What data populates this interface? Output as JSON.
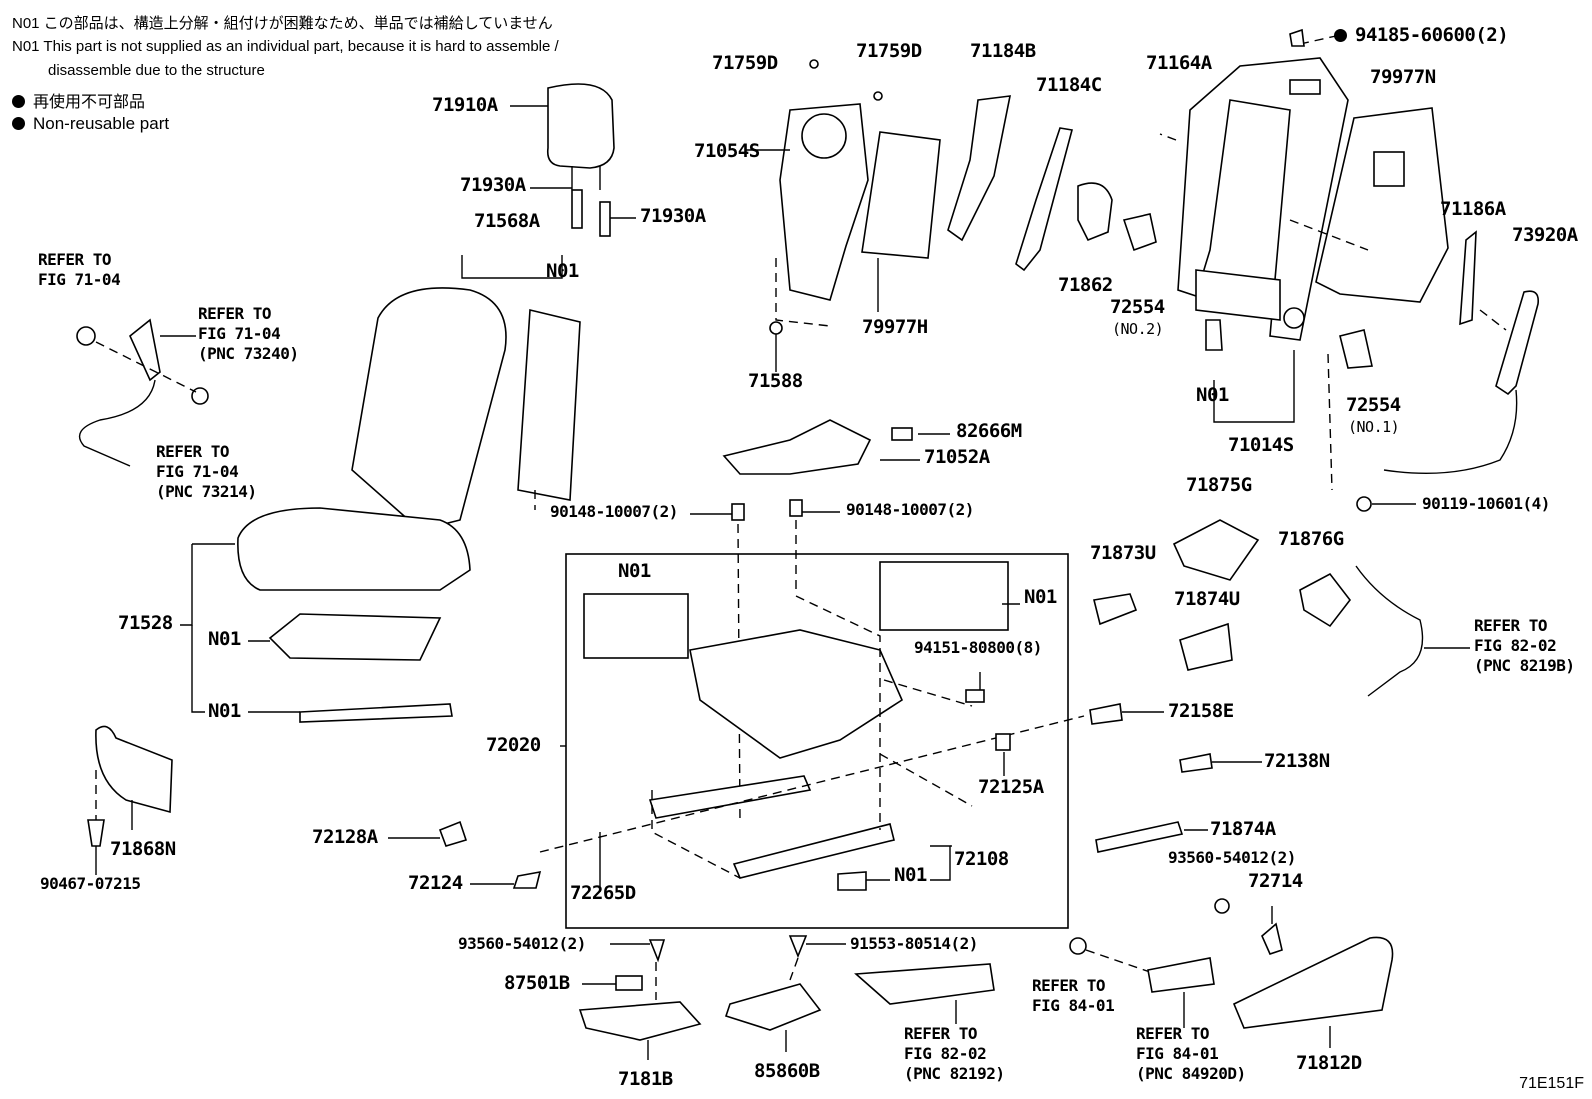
{
  "notes": {
    "n01_jp": "N01 この部品は、構造上分解・組付けが困難なため、単品では補給していません",
    "n01_en_1": "N01 This part is not supplied as an individual part, because it is hard to assemble /",
    "n01_en_2": "disassemble due to the structure",
    "nonreusable_jp": "再使用不可部品",
    "nonreusable_en": "Non-reusable part"
  },
  "diagram_id": "71E151F",
  "labels": {
    "p71910A": "71910A",
    "p71930A_1": "71930A",
    "p71930A_2": "71930A",
    "p71568A": "71568A",
    "n01_back": "N01",
    "refer_fig7104_a1": "REFER TO",
    "refer_fig7104_a2": "FIG 71-04",
    "refer_73240_1": "REFER TO",
    "refer_73240_2": "FIG 71-04",
    "refer_73240_3": "(PNC 73240)",
    "refer_73214_1": "REFER TO",
    "refer_73214_2": "FIG 71-04",
    "refer_73214_3": "(PNC 73214)",
    "p71528": "71528",
    "n01_cush1": "N01",
    "n01_cush2": "N01",
    "p71868N": "71868N",
    "p90467": "90467-07215",
    "p71759D_1": "71759D",
    "p71759D_2": "71759D",
    "p71054S": "71054S",
    "p71588": "71588",
    "p79977H": "79977H",
    "p71184B": "71184B",
    "p71184C": "71184C",
    "p71862": "71862",
    "p71164A": "71164A",
    "p72554_2": "72554",
    "p72554_2sub": "(NO.2)",
    "p94185": "94185-60600(2)",
    "p79977N": "79977N",
    "p71186A": "71186A",
    "p73920A": "73920A",
    "p72554_1": "72554",
    "p72554_1sub": "(NO.1)",
    "n01_frame": "N01",
    "p71014S": "71014S",
    "p82666M": "82666M",
    "p71052A": "71052A",
    "p90148_1": "90148-10007(2)",
    "p90148_2": "90148-10007(2)",
    "p90119": "90119-10601(4)",
    "n01_box1": "N01",
    "n01_box2": "N01",
    "p94151": "94151-80800(8)",
    "p72020": "72020",
    "p72128A": "72128A",
    "p72124": "72124",
    "p72265D": "72265D",
    "p72125A": "72125A",
    "p72108": "72108",
    "n01_track": "N01",
    "p71875G": "71875G",
    "p71873U": "71873U",
    "p71874U": "71874U",
    "p71876G": "71876G",
    "refer_8219B_1": "REFER TO",
    "refer_8219B_2": "FIG 82-02",
    "refer_8219B_3": "(PNC 8219B)",
    "p72158E": "72158E",
    "p72138N": "72138N",
    "p71874A": "71874A",
    "p93560_r": "93560-54012(2)",
    "p72714": "72714",
    "p93560_l": "93560-54012(2)",
    "p91553": "91553-80514(2)",
    "p87501B": "87501B",
    "p7181B": "7181B",
    "p85860B": "85860B",
    "refer_82192_1": "REFER TO",
    "refer_82192_2": "FIG 82-02",
    "refer_82192_3": "(PNC 82192)",
    "refer_8401_1": "REFER TO",
    "refer_8401_2": "FIG 84-01",
    "refer_84920_1": "REFER TO",
    "refer_84920_2": "FIG 84-01",
    "refer_84920_3": "(PNC 84920D)",
    "p71812D": "71812D"
  }
}
